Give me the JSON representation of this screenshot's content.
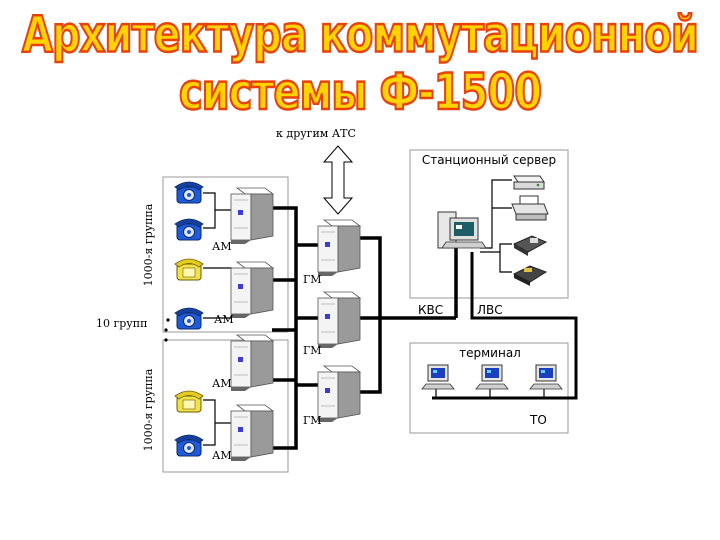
{
  "title": "Архитектура коммутационной системы Ф-1500",
  "labels": {
    "other_atc": "к другим АТС",
    "station_server": "Станционный сервер",
    "group_top": "1000-я группа",
    "group_bottom": "1000-я группа",
    "groups_count": "10 групп",
    "am": "АМ",
    "gm": "ГМ",
    "kvs": "КВС",
    "lvs": "ЛВС",
    "terminal": "терминал",
    "to": "ТО"
  },
  "colors": {
    "title_fill": "#ffd400",
    "title_outline": "#e8420a",
    "line": "#000000",
    "phone_blue": "#1f5bd6",
    "phone_yellow": "#f2e24a",
    "rack_light": "#f2f2f2",
    "rack_dark": "#8c8c8c"
  },
  "icons": [
    "telephone-icon",
    "server-rack-icon",
    "workstation-icon",
    "monitor-icon",
    "modem-icon",
    "printer-icon",
    "fax-icon",
    "disk-drive-icon",
    "double-arrow-icon"
  ]
}
